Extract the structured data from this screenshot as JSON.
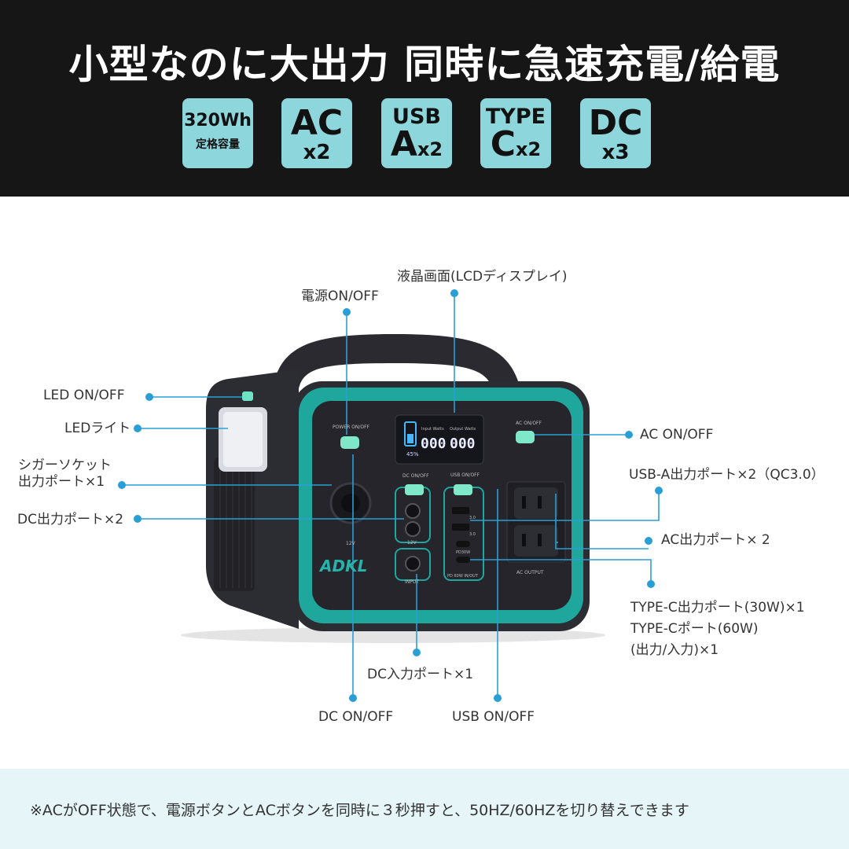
{
  "header": {
    "headline": "小型なのに大出力 同時に急速充電/給電",
    "badges": [
      {
        "line1": "320Wh",
        "line2": "定格容量"
      },
      {
        "line1": "AC",
        "line2": "x2"
      },
      {
        "line1": "USB",
        "line2_big": "A",
        "line2_small": "x2"
      },
      {
        "line1": "TYPE",
        "line2_big": "C",
        "line2_small": "x2"
      },
      {
        "line1": "DC",
        "line2": "x3"
      }
    ]
  },
  "product": {
    "brand": "ADKL",
    "panel": {
      "power_button": "POWER ON/OFF",
      "ac_button": "AC ON/OFF",
      "dc_button": "DC ON/OFF",
      "usb_button": "USB ON/OFF",
      "input_watts": "Input Watts",
      "output_watts": "Output Watts",
      "input_value": "000",
      "output_value": "000",
      "battery_percent": "45%",
      "dc_12v": "12V",
      "cig_12v": "12V",
      "input": "INPUT",
      "qc1": "3.0",
      "qc2": "3.0",
      "pd30": "PD30W",
      "pd60": "PD 60W IN/OUT",
      "ac_output": "AC OUTPUT"
    }
  },
  "callouts": {
    "lcd": "液晶画面(LCDディスプレイ)",
    "power": "電源ON/OFF",
    "led_onoff": "LED ON/OFF",
    "led_light": "LEDライト",
    "cig_line1": "シガーソケット",
    "cig_line2": "出力ポート×1",
    "dc_out": "DC出力ポート×2",
    "ac_onoff": "AC ON/OFF",
    "usba": "USB-A出力ポート×2（QC3.0）",
    "ac_out": "AC出力ポート× 2",
    "typec_line1": "TYPE-C出力ポート(30W)×1",
    "typec_line2": "TYPE-Cポート(60W)",
    "typec_line3": "(出力/入力)×1",
    "dc_in": "DC入力ポート×1",
    "dc_onoff": "DC ON/OFF",
    "usb_onoff": "USB ON/OFF"
  },
  "footer": {
    "note": "※ACがOFF状態で、電源ボタンとACボタンを同時に３秒押すと、50HZ/60HZを切り替えできます"
  },
  "colors": {
    "header_bg": "#161616",
    "badge": "#8dd6dc",
    "teal": "#1fa79e",
    "callout": "#2a9fd6",
    "footer_bg": "#e6f5f8"
  }
}
